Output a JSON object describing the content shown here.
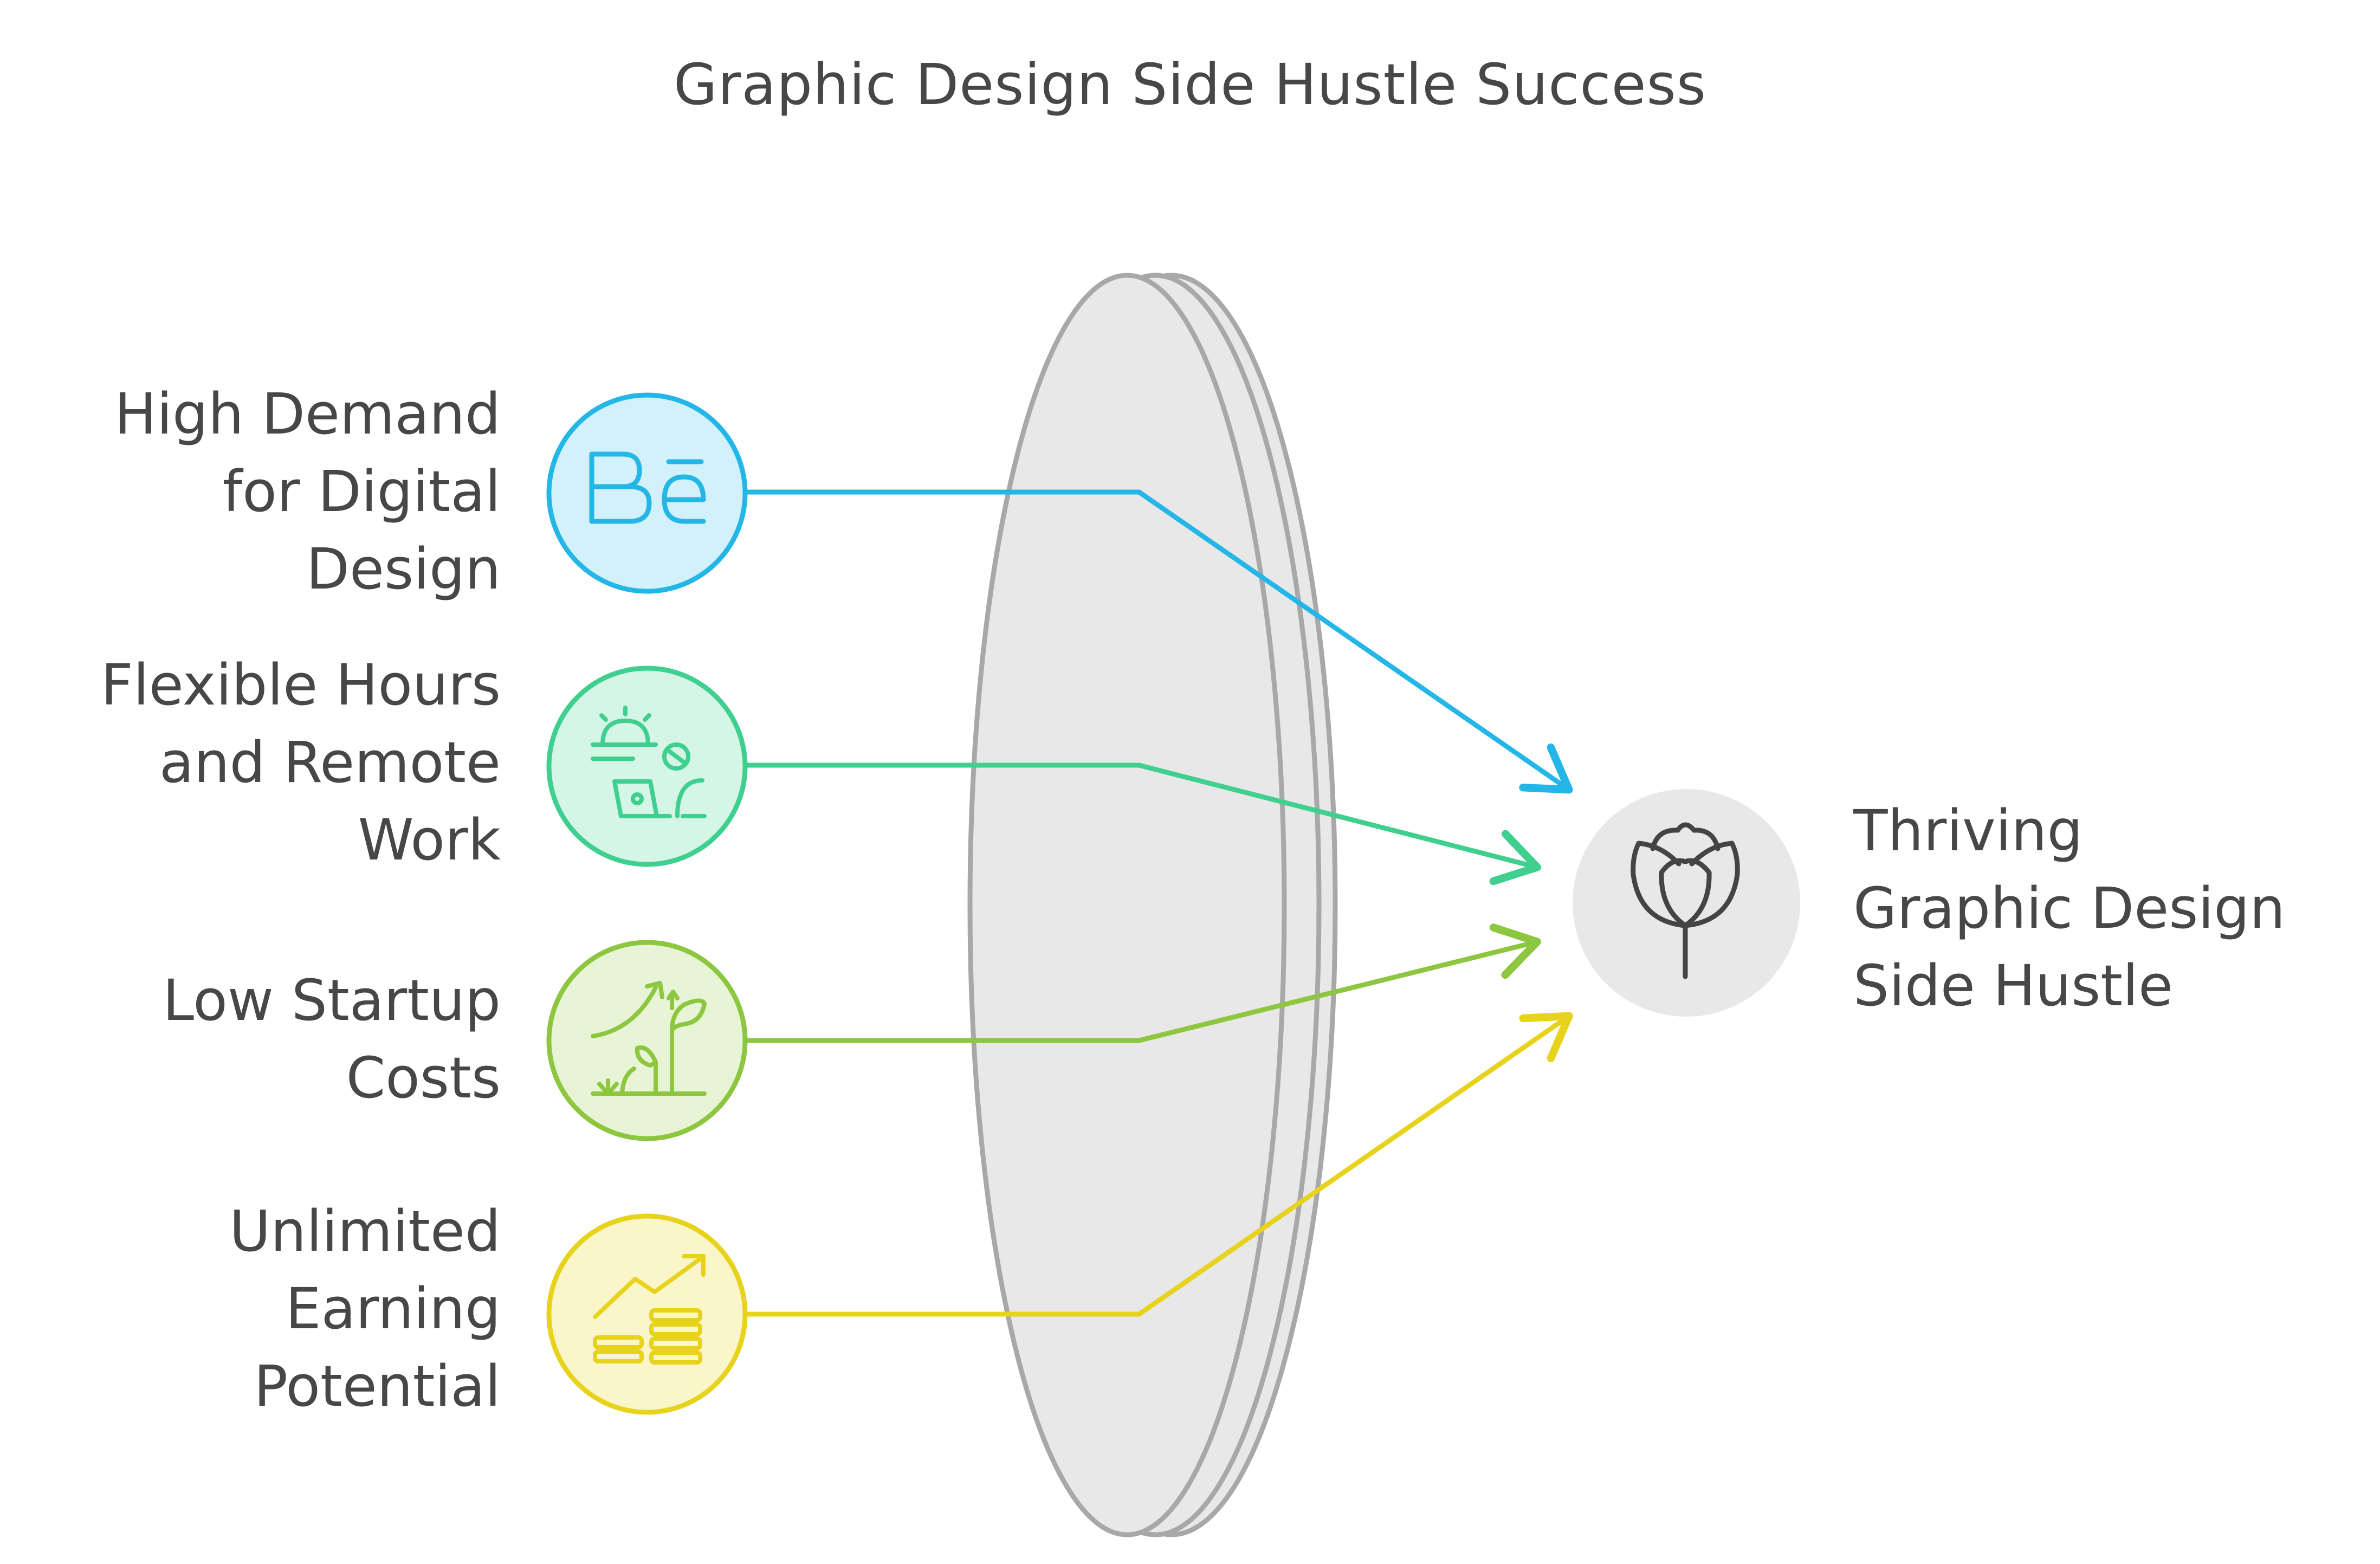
{
  "title": "Graphic Design Side Hustle Success",
  "inputs": [
    {
      "lines": [
        "High Demand",
        "for Digital",
        "Design"
      ],
      "icon": "behance-icon",
      "color": "#23b6e6",
      "fill": "#d2f1fb"
    },
    {
      "lines": [
        "Flexible Hours",
        "and Remote",
        "Work"
      ],
      "icon": "remote-work-icon",
      "color": "#3fcf8e",
      "fill": "#d5f5e6"
    },
    {
      "lines": [
        "Low Startup",
        "Costs"
      ],
      "icon": "plant-growth-icon",
      "color": "#8dc63f",
      "fill": "#e8f4d6"
    },
    {
      "lines": [
        "Unlimited",
        "Earning",
        "Potential"
      ],
      "icon": "money-growth-icon",
      "color": "#e7d21c",
      "fill": "#fbf6c9"
    }
  ],
  "lens_color": "#e8e8e8",
  "output": {
    "lines": [
      "Thriving",
      "Graphic Design",
      "Side Hustle"
    ],
    "icon": "rose-icon",
    "fill": "#e8e8e8"
  }
}
